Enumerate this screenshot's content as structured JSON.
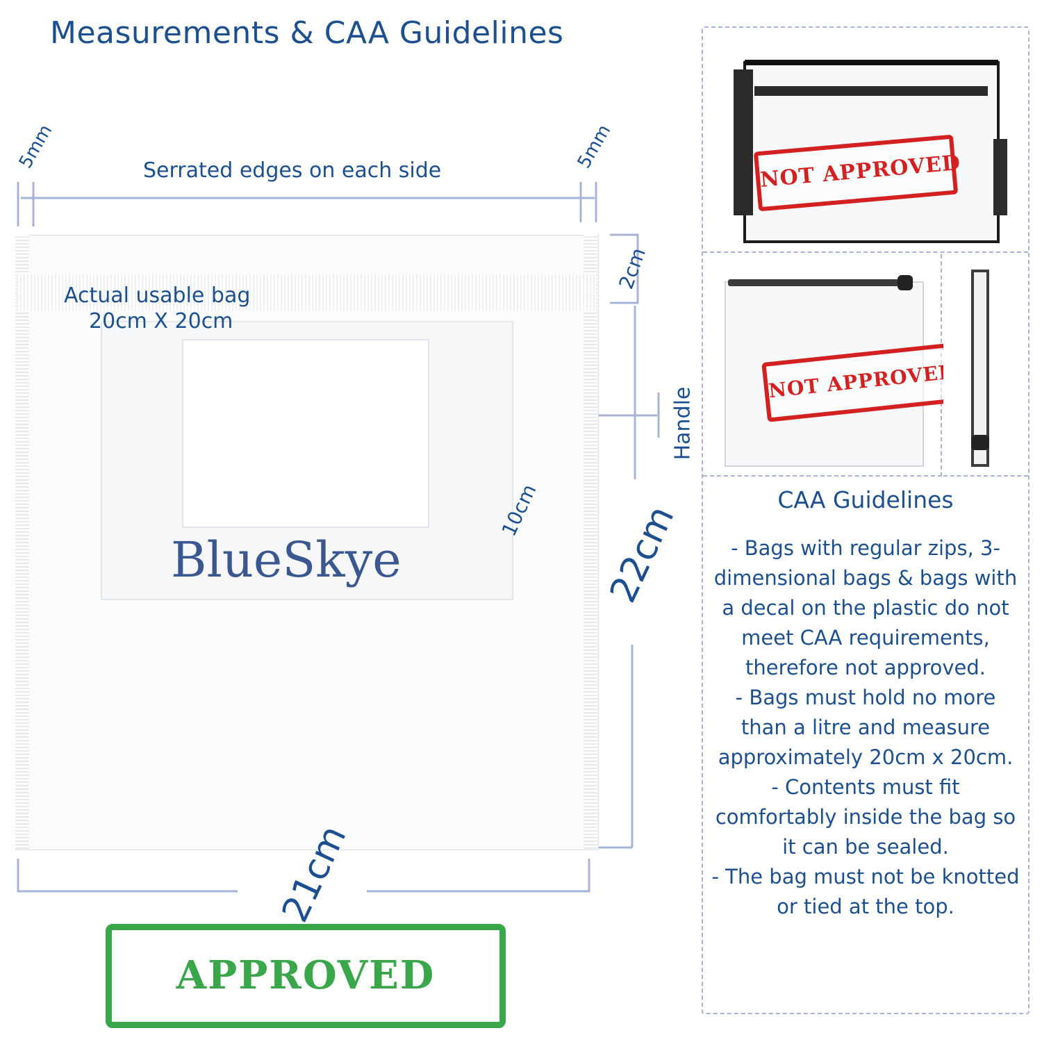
{
  "header": {
    "title": "Measurements & CAA Guidelines"
  },
  "dimensions": {
    "edge_left": "5mm",
    "edge_right": "5mm",
    "serrated_caption": "Serrated edges on each side",
    "usable_line1": "Actual usable bag",
    "usable_line2": "20cm X 20cm",
    "zip_height": "2cm",
    "handle_label": "Handle",
    "handle_depth": "10cm",
    "bag_height": "22cm",
    "bag_width": "21cm"
  },
  "product": {
    "brand": "BlueSkye"
  },
  "stamps": {
    "approved": "APPROVED",
    "not_approved_1": "NOT APPROVED",
    "not_approved_2": "NOT APPROVED"
  },
  "guidelines": {
    "heading": "CAA Guidelines",
    "items": [
      "-  Bags with regular zips, 3-dimensional bags & bags with a decal on the plastic do not meet CAA requirements, therefore not approved.",
      "-  Bags must hold no more than a litre and measure approximately 20cm x 20cm.",
      "-  Contents must fit comfortably inside the bag so it can be sealed.",
      "-  The bag must not be knotted or tied at the top."
    ]
  },
  "colors": {
    "text_blue": "#1c4f8f",
    "measure_line": "#a7b3d6",
    "approved_green": "#3aa64a",
    "not_approved_red": "#d32020"
  }
}
